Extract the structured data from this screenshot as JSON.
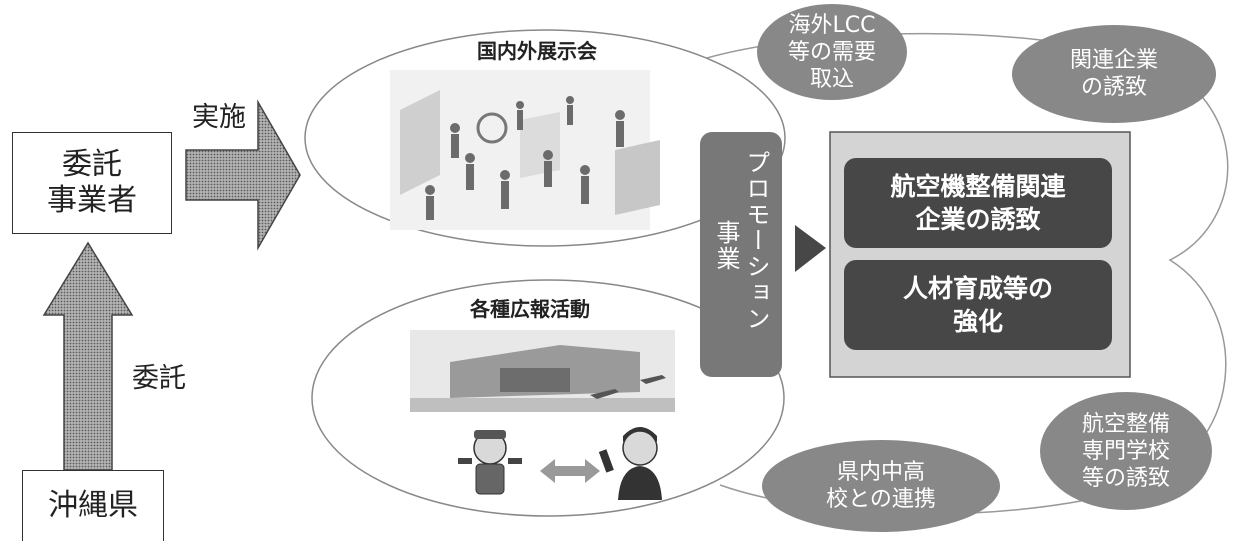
{
  "left": {
    "contractor_label": "委託\n事業者",
    "implement_label": "実施",
    "commission_label": "委託",
    "prefecture_label": "沖縄県"
  },
  "exhibition": {
    "title": "国内外展示会"
  },
  "pr": {
    "title": "各種広報活動"
  },
  "promotion": {
    "main_label": "プロモーション",
    "sub_label": "事業"
  },
  "goals": {
    "box1": "航空機整備関連\n企業の誘致",
    "box2": "人材育成等の\n強化"
  },
  "bubbles": {
    "lcc": "海外LCC\n等の需要\n取込",
    "companies": "関連企業\nの誘致",
    "school": "航空整備\n専門学校\n等の誘致",
    "high_school": "県内中高\n校との連携"
  },
  "colors": {
    "arrow_fill": "#a0a0a0",
    "bubble_fill": "#888888",
    "goal_box_fill": "#474747",
    "goal_panel_fill": "#d4d4d4",
    "promotion_fill": "#787878"
  },
  "icons": {
    "exhibition_image": "exhibition-hall-illustration",
    "airport_image": "airport-terminal-illustration",
    "mechanic": "mechanic-character-icon",
    "businessman": "businessman-character-icon",
    "exchange": "double-arrow-icon"
  }
}
